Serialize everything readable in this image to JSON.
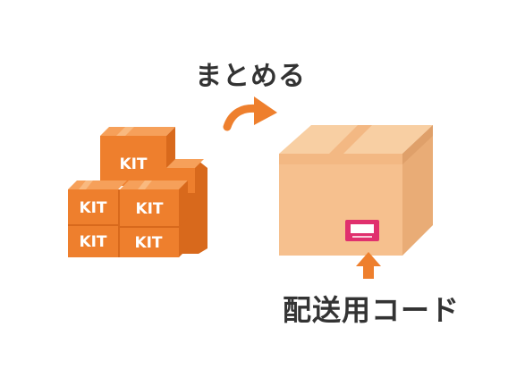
{
  "step_label": "まとめる",
  "code_label": "配送用コード",
  "kit_label": "KIT",
  "colors": {
    "kit_orange": "#EE7F2D",
    "kit_orange_dark": "#D8691C",
    "kit_orange_light": "#F6A05A",
    "box_face": "#F6C08E",
    "box_side": "#E9AC76",
    "box_top": "#F8CFA3",
    "label_pink": "#E0306E",
    "arrow_orange": "#EE7F2D",
    "text_dark": "#333333"
  }
}
